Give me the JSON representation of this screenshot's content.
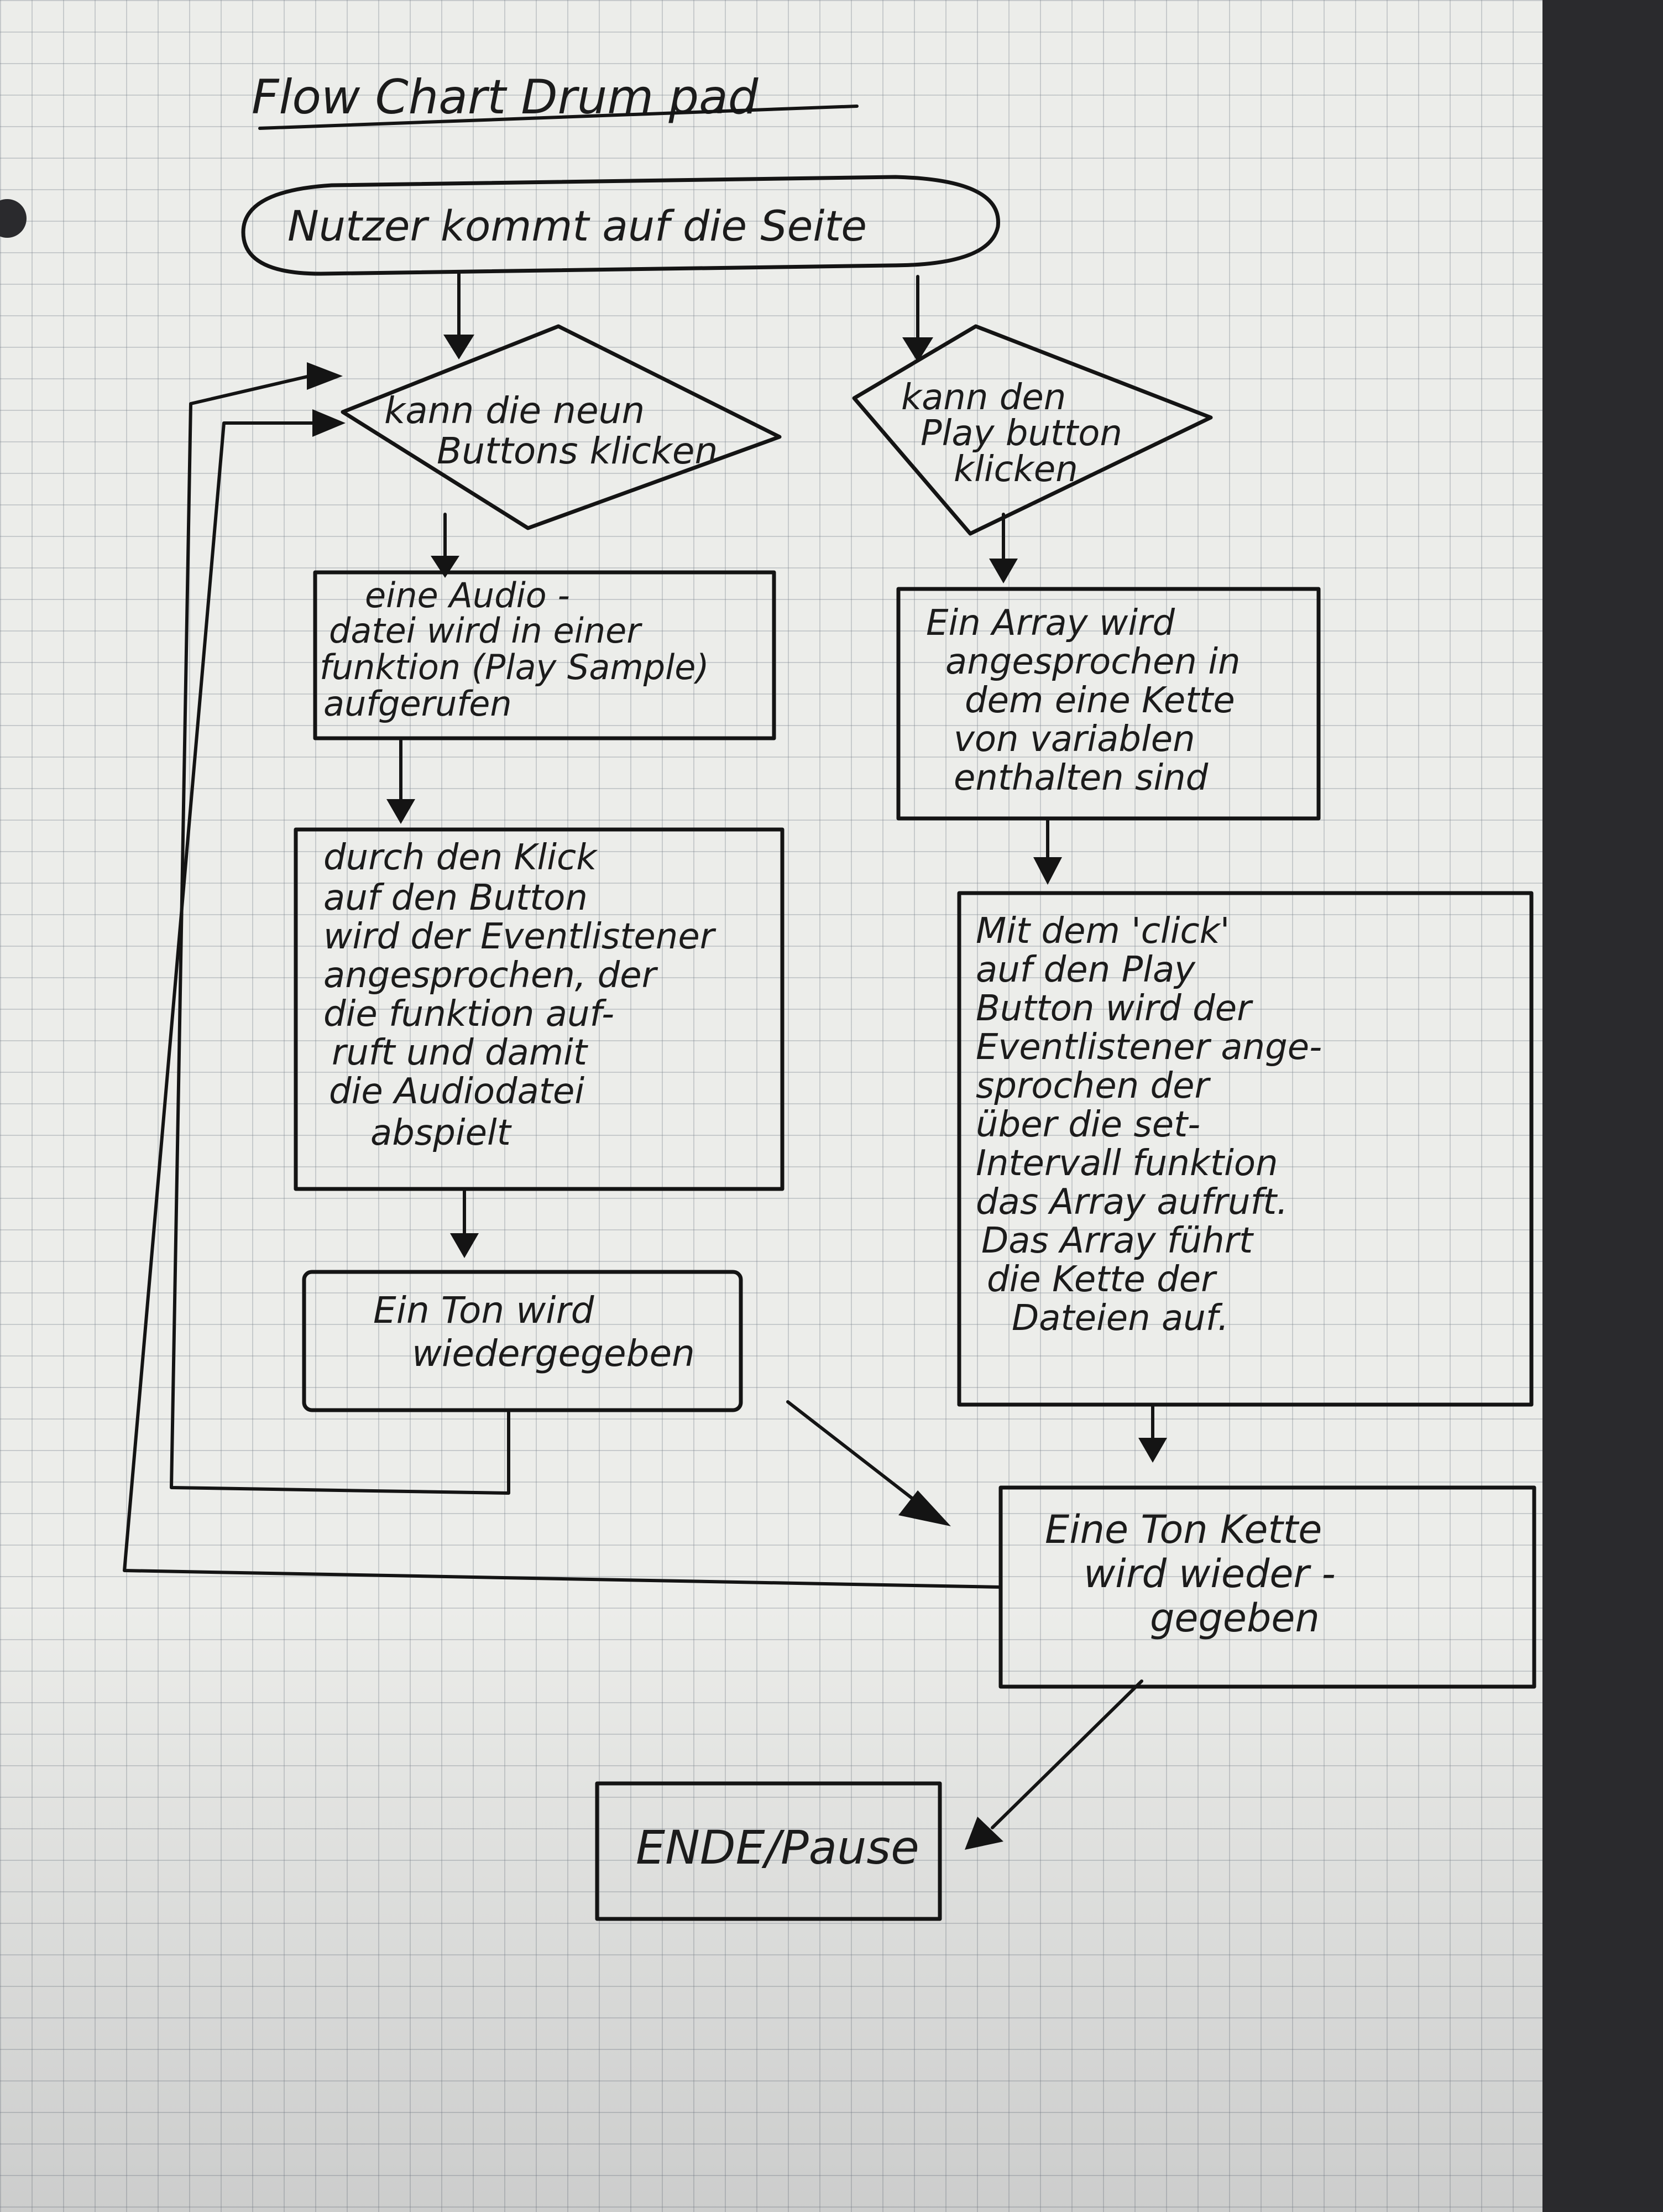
{
  "title": "Flow Chart   Drum pad",
  "nodes": {
    "start": {
      "lines": [
        "Nutzer   kommt auf die Seite"
      ]
    },
    "decision_buttons": {
      "lines": [
        "kann  die  neun",
        "Buttons  klicken"
      ]
    },
    "decision_play": {
      "lines": [
        "kann  den",
        "Play button",
        "klicken"
      ]
    },
    "box_audio": {
      "lines": [
        "eine  Audio -",
        "datei  wird  in  einer",
        "funktion (Play Sample)",
        "aufgerufen"
      ]
    },
    "box_array": {
      "lines": [
        "Ein  Array  wird",
        "angesprochen  in",
        "dem  eine  Kette",
        "von  variablen",
        "enthalten  sind"
      ]
    },
    "box_click": {
      "lines": [
        "durch  den  Klick",
        "auf  den  Button",
        "wird  der  Eventlistener",
        "angesprochen, der",
        "die  funktion  auf-",
        "ruft  und  damit",
        "die  Audiodatei",
        "abspielt"
      ]
    },
    "box_play_click": {
      "lines": [
        "Mit  dem  'click'",
        "auf  den  Play",
        "Button  wird  der",
        "Eventlistener  ange-",
        "sprochen  der",
        "über  die  set-",
        "Intervall funktion",
        "das  Array  aufruft.",
        "Das  Array  führt",
        "die  Kette  der",
        "Dateien  auf."
      ]
    },
    "box_tone": {
      "lines": [
        "Ein  Ton  wird",
        "wiedergegeben"
      ]
    },
    "box_chain": {
      "lines": [
        "Eine  Ton  Kette",
        "wird  wieder -",
        "gegeben"
      ]
    },
    "end": {
      "lines": [
        "ENDE/Pause"
      ]
    }
  },
  "colors": {
    "ink": "#141414",
    "paper": "#ecedea",
    "grid": "#78808a",
    "desk": "#2a2a2d"
  }
}
